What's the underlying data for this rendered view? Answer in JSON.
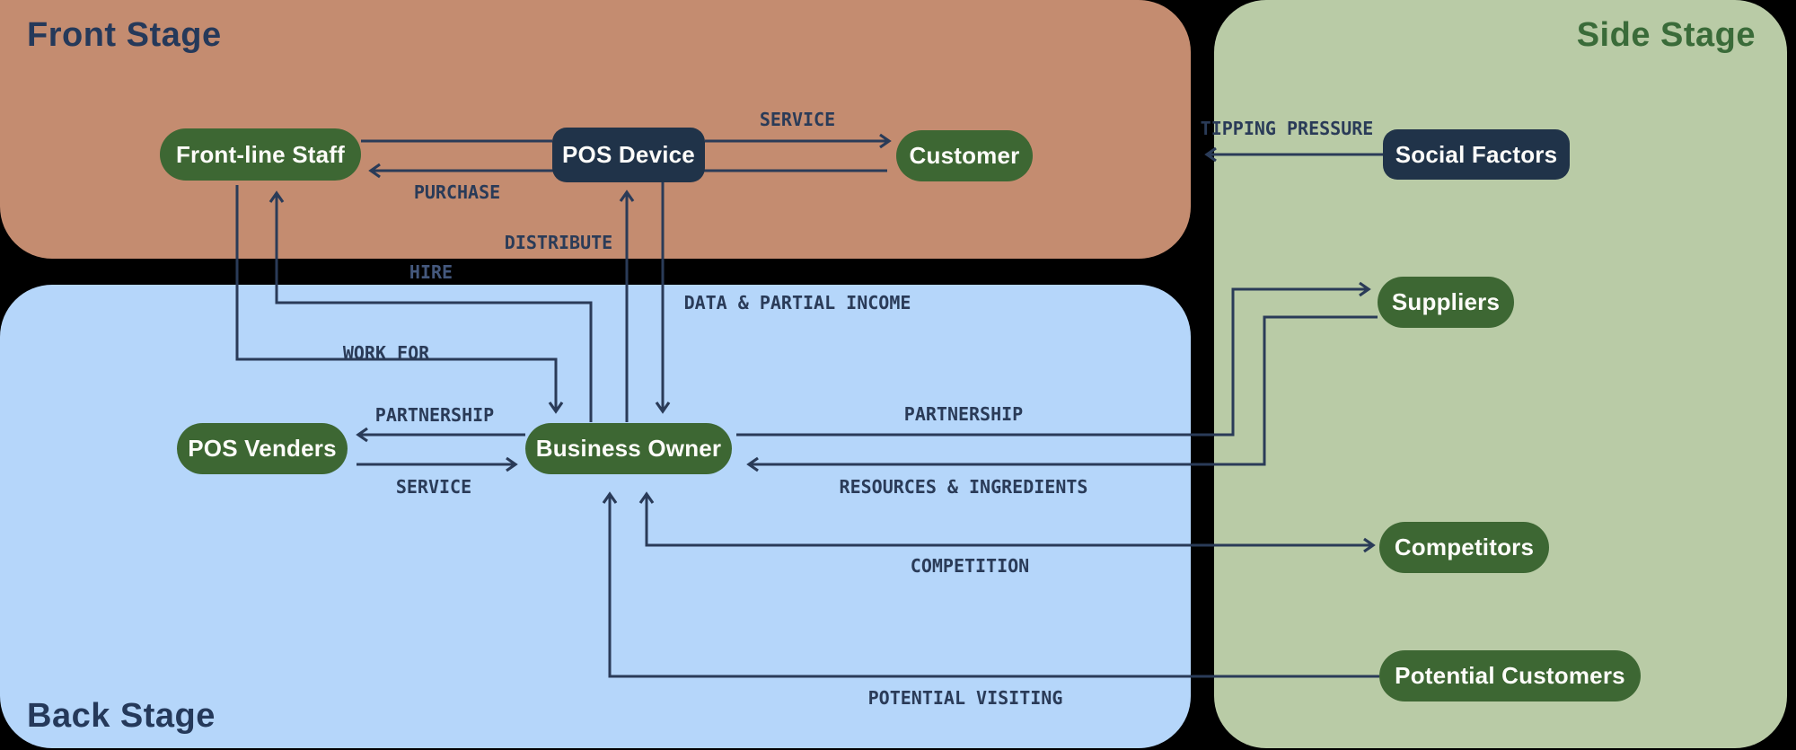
{
  "stages": {
    "front": {
      "title": "Front Stage"
    },
    "back": {
      "title": "Back Stage"
    },
    "side": {
      "title": "Side Stage"
    }
  },
  "nodes": {
    "front_line_staff": {
      "label": "Front-line Staff"
    },
    "pos_device": {
      "label": "POS Device"
    },
    "customer": {
      "label": "Customer"
    },
    "social_factors": {
      "label": "Social Factors"
    },
    "pos_venders": {
      "label": "POS Venders"
    },
    "business_owner": {
      "label": "Business Owner"
    },
    "suppliers": {
      "label": "Suppliers"
    },
    "competitors": {
      "label": "Competitors"
    },
    "potential_customers": {
      "label": "Potential Customers"
    }
  },
  "edge_labels": {
    "service_top": "SERVICE",
    "purchase": "PURCHASE",
    "distribute": "DISTRIBUTE",
    "hire": "HIRE",
    "data_partial_income": "DATA & PARTIAL INCOME",
    "work_for": "WORK FOR",
    "partnership_left": "PARTNERSHIP",
    "service_bottom": "SERVICE",
    "partnership_right": "PARTNERSHIP",
    "resources_ingredients": "RESOURCES & INGREDIENTS",
    "competition": "COMPETITION",
    "potential_visiting": "POTENTIAL VISITING",
    "tipping_pressure": "TIPPING PRESSURE"
  },
  "colors": {
    "canvas_bg": "#000000",
    "front_bg": "#c48c70",
    "back_bg": "#b5d6fa",
    "side_bg": "#b9cba6",
    "node_green": "#3d6733",
    "node_navy": "#203349",
    "line_navy": "#2a3b58",
    "title_navy": "#25395a",
    "title_green": "#3a6b39",
    "hire_label": "#44587d",
    "node_text": "#fdfcf9"
  }
}
